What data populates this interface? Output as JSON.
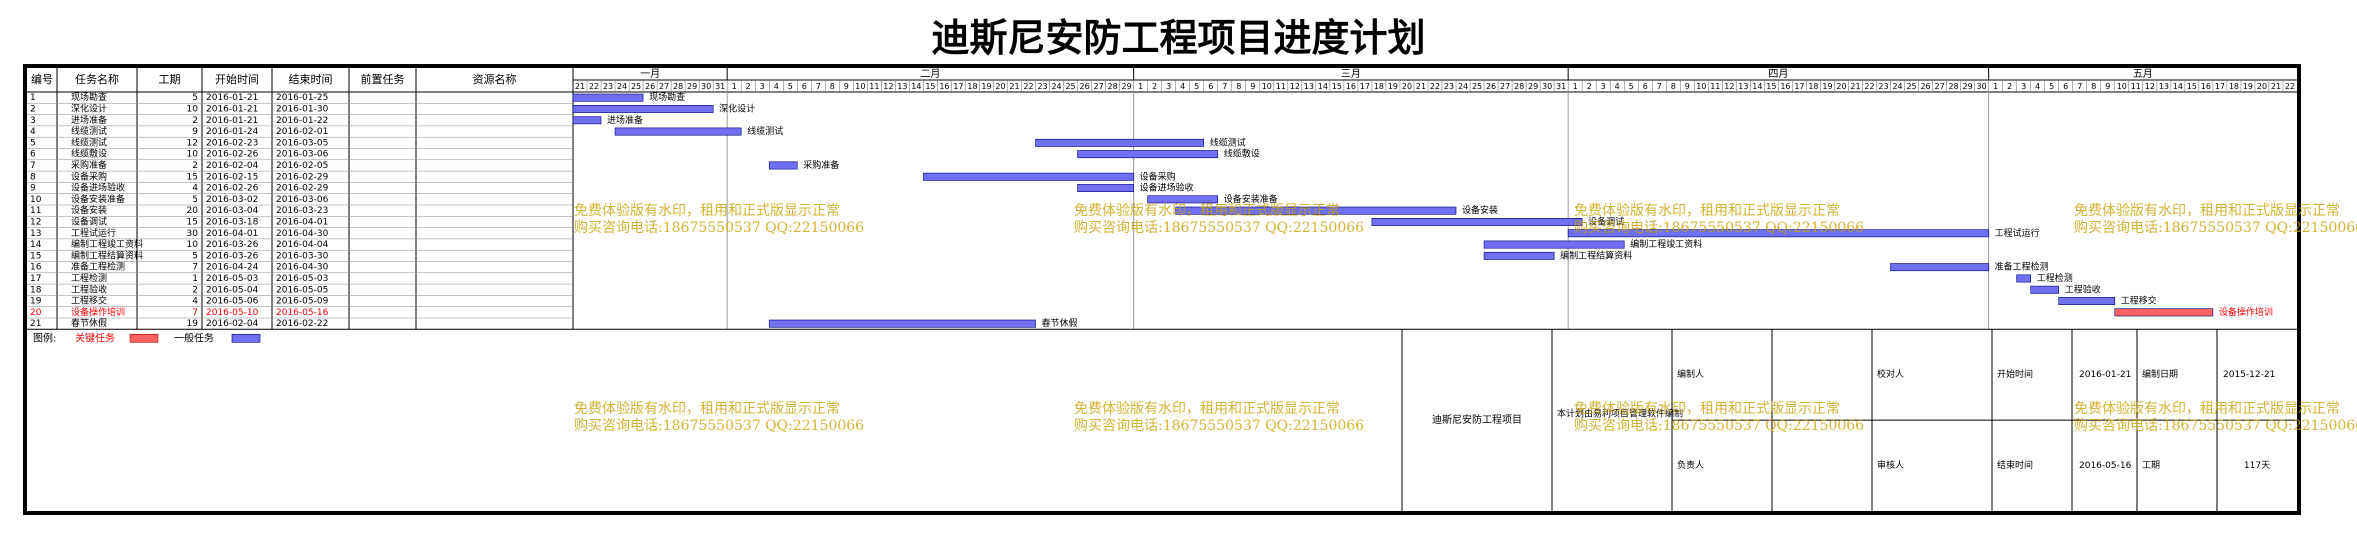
{
  "title": "迪斯尼安防工程项目进度计划",
  "columns": [
    "编号",
    "任务名称",
    "工期",
    "开始时间",
    "结束时间",
    "前置任务",
    "资源名称"
  ],
  "months": [
    "一月",
    "二月",
    "三月",
    "四月",
    "五月"
  ],
  "timeline": {
    "start": "2016-01-21",
    "end": "2016-05-22"
  },
  "colors": {
    "task_bar": "#7070f0",
    "task_border": "#000080",
    "critical_bar": "#ff6060",
    "critical_text": "#ff0000",
    "watermark": "#c8a000"
  },
  "tasks": [
    {
      "id": "1",
      "name": "现场勘查",
      "duration": "5",
      "start": "2016-01-21",
      "end": "2016-01-25",
      "pred": "",
      "res": "",
      "critical": false
    },
    {
      "id": "2",
      "name": "深化设计",
      "duration": "10",
      "start": "2016-01-21",
      "end": "2016-01-30",
      "pred": "",
      "res": "",
      "critical": false
    },
    {
      "id": "3",
      "name": "进场准备",
      "duration": "2",
      "start": "2016-01-21",
      "end": "2016-01-22",
      "pred": "",
      "res": "",
      "critical": false
    },
    {
      "id": "4",
      "name": "线缆测试",
      "duration": "9",
      "start": "2016-01-24",
      "end": "2016-02-01",
      "pred": "",
      "res": "",
      "critical": false
    },
    {
      "id": "5",
      "name": "线缆测试",
      "duration": "12",
      "start": "2016-02-23",
      "end": "2016-03-05",
      "pred": "",
      "res": "",
      "critical": false
    },
    {
      "id": "6",
      "name": "线缆敷设",
      "duration": "10",
      "start": "2016-02-26",
      "end": "2016-03-06",
      "pred": "",
      "res": "",
      "critical": false
    },
    {
      "id": "7",
      "name": "采购准备",
      "duration": "2",
      "start": "2016-02-04",
      "end": "2016-02-05",
      "pred": "",
      "res": "",
      "critical": false
    },
    {
      "id": "8",
      "name": "设备采购",
      "duration": "15",
      "start": "2016-02-15",
      "end": "2016-02-29",
      "pred": "",
      "res": "",
      "critical": false
    },
    {
      "id": "9",
      "name": "设备进场验收",
      "duration": "4",
      "start": "2016-02-26",
      "end": "2016-02-29",
      "pred": "",
      "res": "",
      "critical": false
    },
    {
      "id": "10",
      "name": "设备安装准备",
      "duration": "5",
      "start": "2016-03-02",
      "end": "2016-03-06",
      "pred": "",
      "res": "",
      "critical": false
    },
    {
      "id": "11",
      "name": "设备安装",
      "duration": "20",
      "start": "2016-03-04",
      "end": "2016-03-23",
      "pred": "",
      "res": "",
      "critical": false
    },
    {
      "id": "12",
      "name": "设备调试",
      "duration": "15",
      "start": "2016-03-18",
      "end": "2016-04-01",
      "pred": "",
      "res": "",
      "critical": false
    },
    {
      "id": "13",
      "name": "工程试运行",
      "duration": "30",
      "start": "2016-04-01",
      "end": "2016-04-30",
      "pred": "",
      "res": "",
      "critical": false
    },
    {
      "id": "14",
      "name": "编制工程竣工资料",
      "duration": "10",
      "start": "2016-03-26",
      "end": "2016-04-04",
      "pred": "",
      "res": "",
      "critical": false
    },
    {
      "id": "15",
      "name": "编制工程结算资料",
      "duration": "5",
      "start": "2016-03-26",
      "end": "2016-03-30",
      "pred": "",
      "res": "",
      "critical": false
    },
    {
      "id": "16",
      "name": "准备工程检测",
      "duration": "7",
      "start": "2016-04-24",
      "end": "2016-04-30",
      "pred": "",
      "res": "",
      "critical": false
    },
    {
      "id": "17",
      "name": "工程检测",
      "duration": "1",
      "start": "2016-05-03",
      "end": "2016-05-03",
      "pred": "",
      "res": "",
      "critical": false
    },
    {
      "id": "18",
      "name": "工程验收",
      "duration": "2",
      "start": "2016-05-04",
      "end": "2016-05-05",
      "pred": "",
      "res": "",
      "critical": false
    },
    {
      "id": "19",
      "name": "工程移交",
      "duration": "4",
      "start": "2016-05-06",
      "end": "2016-05-09",
      "pred": "",
      "res": "",
      "critical": false
    },
    {
      "id": "20",
      "name": "设备操作培训",
      "duration": "7",
      "start": "2016-05-10",
      "end": "2016-05-16",
      "pred": "",
      "res": "",
      "critical": true
    },
    {
      "id": "21",
      "name": "春节休假",
      "duration": "19",
      "start": "2016-02-04",
      "end": "2016-02-22",
      "pred": "",
      "res": "",
      "critical": false
    }
  ],
  "legend": {
    "label": "图例:",
    "critical": "关键任务",
    "normal": "一般任务"
  },
  "footer": {
    "project_name": "迪斯尼安防工程项目",
    "software_note": "本计划由易利项目管理软件编制",
    "editor_label": "编制人",
    "checker_label": "校对人",
    "owner_label": "负责人",
    "reviewer_label": "审核人",
    "start_label": "开始时间",
    "start_value": "2016-01-21",
    "edit_date_label": "编制日期",
    "edit_date_value": "2015-12-21",
    "end_label": "结束时间",
    "end_value": "2016-05-16",
    "duration_label": "工期",
    "duration_value": "117天"
  },
  "watermark": {
    "line1": "免费体验版有水印，租用和正式版显示正常",
    "line2": "购买咨询电话:18675550537 QQ:22150066"
  }
}
